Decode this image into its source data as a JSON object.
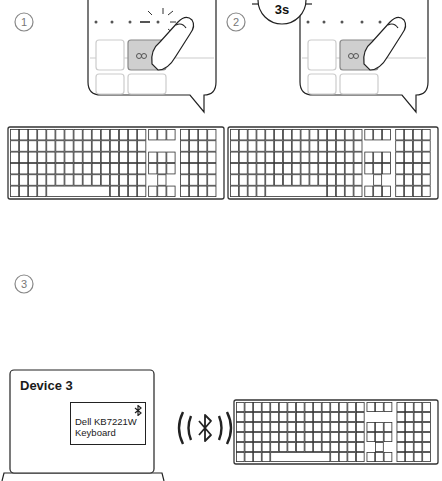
{
  "diagram": {
    "nodes": [
      {
        "text": [
          "Device 3"
        ]
      },
      {
        "text": [
          "Dell KB7221W Keyboard"
        ],
        "in": 0
      }
    ],
    "labels": [
      "1",
      "2",
      "3s",
      "3"
    ]
  }
}
